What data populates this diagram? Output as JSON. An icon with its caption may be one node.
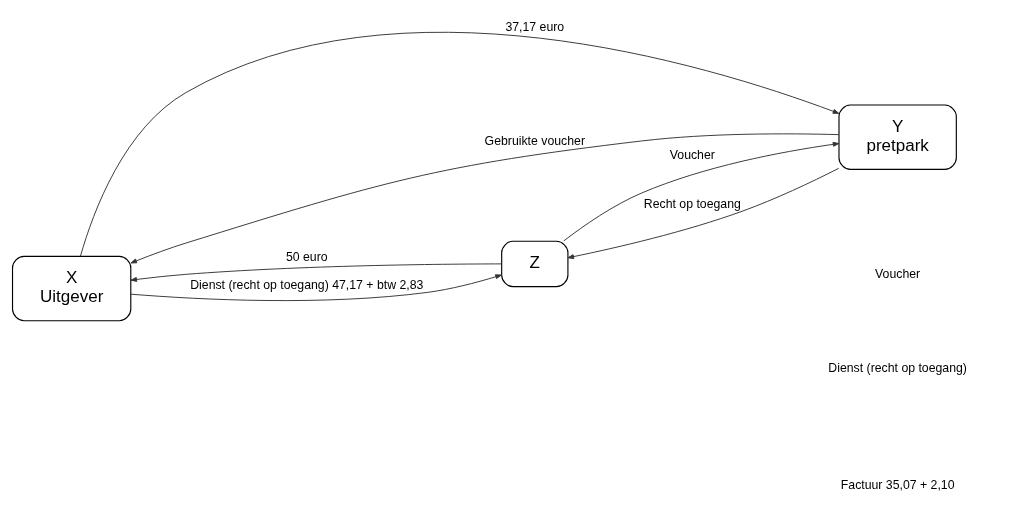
{
  "diagram": {
    "nodes": [
      {
        "text": [
          "X",
          "Uitgever"
        ]
      },
      {
        "text": [
          "Z"
        ]
      },
      {
        "text": [
          "Y",
          "pretpark"
        ]
      }
    ],
    "edges": [
      {
        "from": 0,
        "to": 1,
        "arrow": "to",
        "label": "Dienst (recht op toegang) 47,17 + btw 2,83"
      },
      {
        "from": 1,
        "to": 0,
        "arrow": "to",
        "label": "50 euro"
      },
      {
        "from": 0,
        "to": 2,
        "arrow": "to",
        "label": "37,17 euro"
      },
      {
        "from": 2,
        "to": 0,
        "arrow": "to",
        "label": "Gebruikte voucher"
      },
      {
        "from": 2,
        "to": 1,
        "arrow": "to",
        "label": "Recht op toegang"
      },
      {
        "from": 1,
        "to": 2,
        "arrow": "to",
        "label": "Voucher"
      }
    ],
    "labels": [
      "Voucher",
      "Dienst (recht op toegang)",
      "Factuur 35,07 + 2,10"
    ]
  }
}
